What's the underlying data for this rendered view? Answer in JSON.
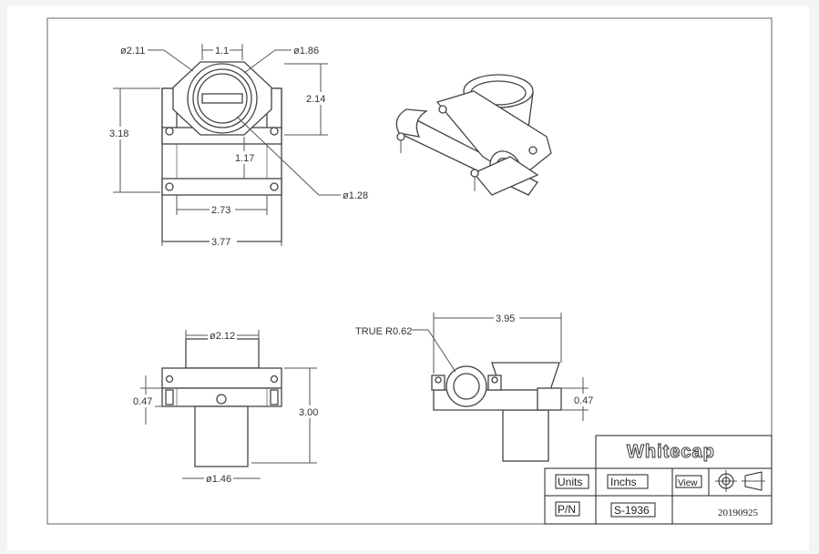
{
  "dimensions": {
    "top_view": {
      "d_left": "ø2.11",
      "w_small": "1.1",
      "d_right": "ø1.86",
      "h_right": "2.14",
      "h_left": "3.18",
      "h_center": "1.17",
      "w_inner": "2.73",
      "d_bore": "ø1.28",
      "w_total": "3.77"
    },
    "front_view": {
      "d_top": "ø2.12",
      "h_flange": "0.47",
      "h_total": "3.00",
      "d_bottom": "ø1.46"
    },
    "side_view": {
      "radius": "TRUE R0.62",
      "length": "3.95",
      "h_flange": "0.47"
    }
  },
  "title_block": {
    "brand": "Whitecap",
    "units_label": "Units",
    "units_value": "Inchs",
    "view_label": "View",
    "pn_label": "P/N",
    "pn_value": "S-1936",
    "date": "20190925"
  }
}
